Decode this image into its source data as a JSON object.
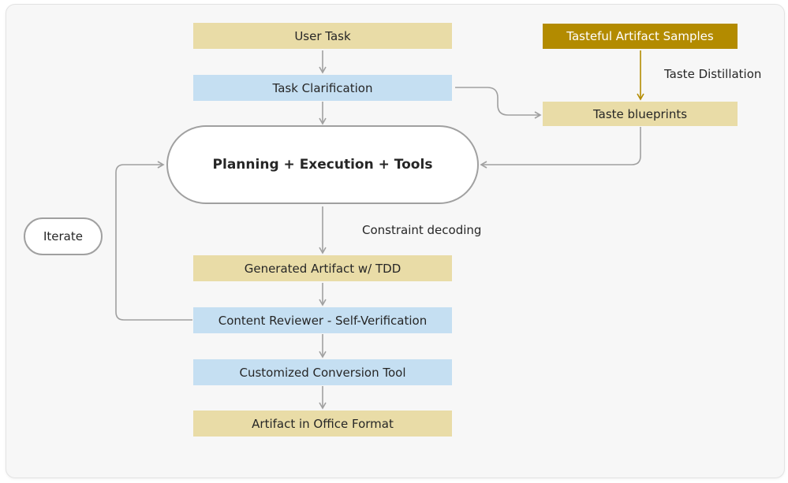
{
  "nodes": {
    "user_task": "User Task",
    "task_clarification": "Task Clarification",
    "planning": "Planning + Execution + Tools",
    "generated_artifact": "Generated Artifact w/ TDD",
    "content_reviewer": "Content Reviewer - Self-Verification",
    "conversion_tool": "Customized Conversion Tool",
    "artifact_office": "Artifact in Office Format",
    "tasteful_samples": "Tasteful Artifact Samples",
    "taste_blueprints": "Taste blueprints",
    "iterate": "Iterate"
  },
  "edge_labels": {
    "taste_distillation": "Taste Distillation",
    "constraint_decoding": "Constraint decoding"
  },
  "colors": {
    "tan": "#e9dca7",
    "blue": "#c5dff2",
    "gold": "#b38b00",
    "connector": "#a0a0a0"
  }
}
